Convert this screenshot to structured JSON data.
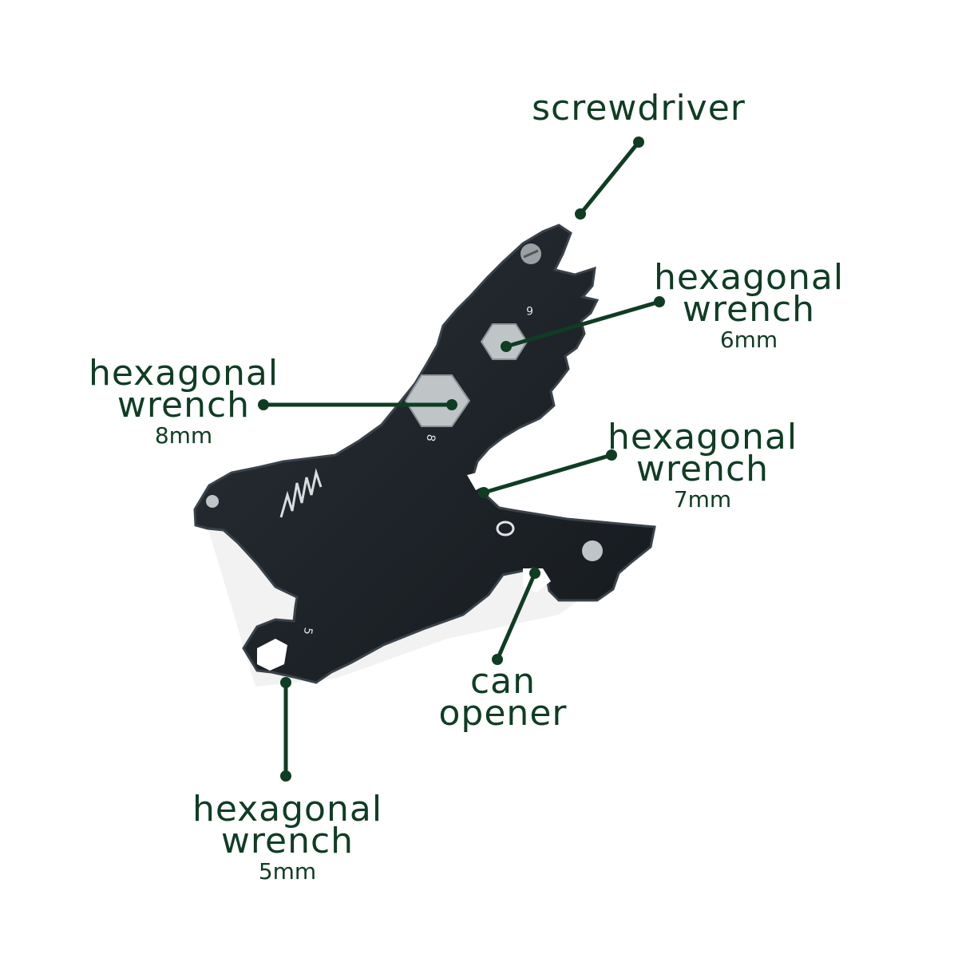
{
  "colors": {
    "tool_body": "#1e2329",
    "tool_edge": "#3a424a",
    "steel": "#bfc4c7",
    "callout": "#0f3d24",
    "label_text": "#0f3d24"
  },
  "tool": {
    "engraving_6": "6",
    "engraving_8": "8",
    "engraving_5": "5",
    "engraving_o": "O"
  },
  "labels": {
    "screwdriver": {
      "line1": "screwdriver"
    },
    "hex6": {
      "line1": "hexagonal",
      "line2": "wrench",
      "size": "6mm"
    },
    "hex8": {
      "line1": "hexagonal",
      "line2": "wrench",
      "size": "8mm"
    },
    "hex7": {
      "line1": "hexagonal",
      "line2": "wrench",
      "size": "7mm"
    },
    "can_opener": {
      "line1": "can",
      "line2": "opener"
    },
    "hex5": {
      "line1": "hexagonal",
      "line2": "wrench",
      "size": "5mm"
    }
  }
}
